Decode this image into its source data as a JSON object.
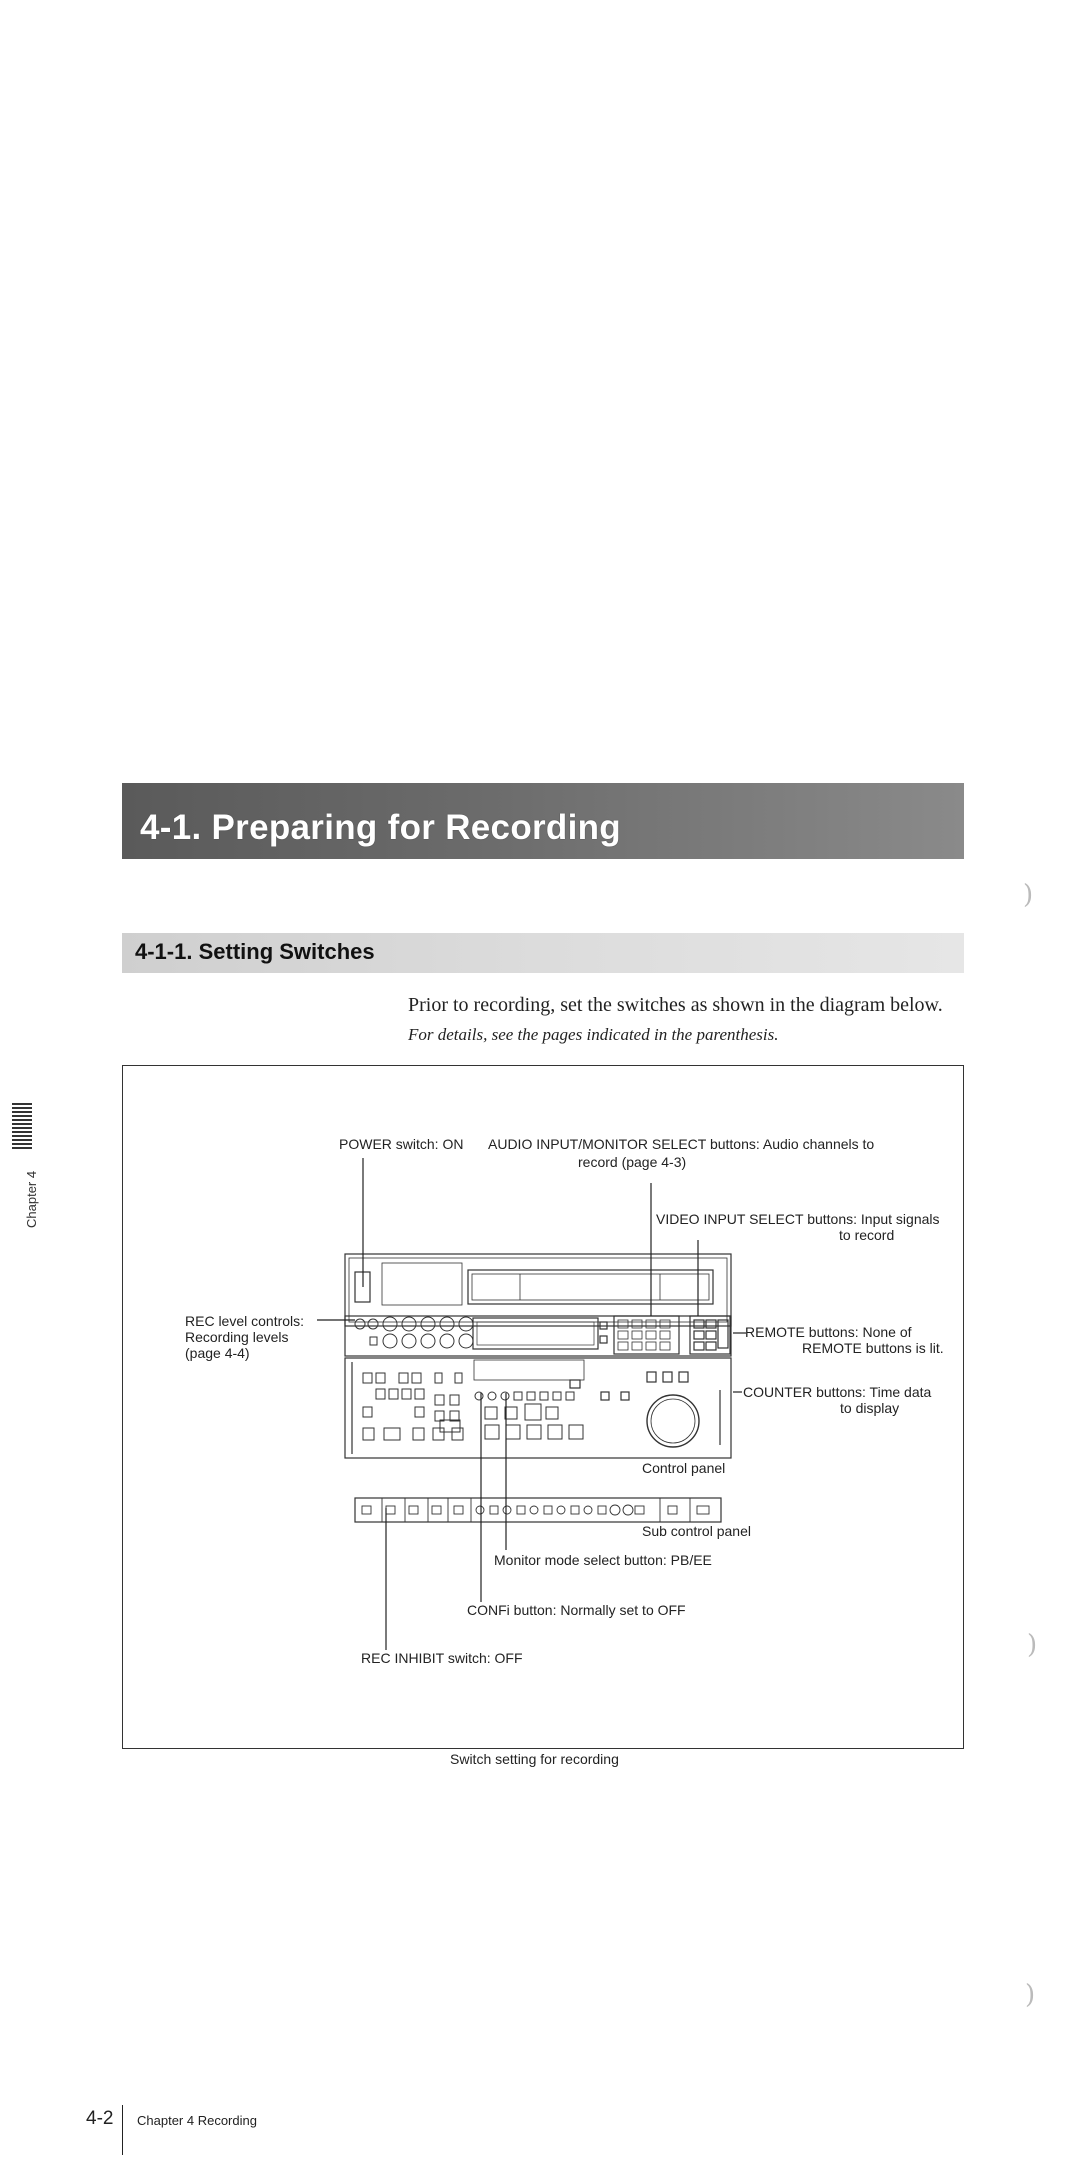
{
  "section_title": "4-1. Preparing for Recording",
  "subsection_title": "4-1-1. Setting Switches",
  "intro": "Prior to recording, set the switches as shown in the diagram below.",
  "intro_italic": "For details, see the pages indicated in the parenthesis.",
  "side_tab": "Chapter 4",
  "diagram": {
    "labels": {
      "power": "POWER switch: ON",
      "audio_1": "AUDIO INPUT/MONITOR SELECT buttons: Audio channels to",
      "audio_2": "record (page 4-3)",
      "video_1": "VIDEO INPUT SELECT buttons: Input signals",
      "video_2": "to record",
      "rec_1": "REC level controls:",
      "rec_2": "Recording levels",
      "rec_3": "(page 4-4)",
      "remote_1": "REMOTE buttons: None of",
      "remote_2": "REMOTE buttons is lit.",
      "counter_1": "COUNTER buttons: Time data",
      "counter_2": "to display",
      "control_panel": "Control panel",
      "sub_control_panel": "Sub control panel",
      "monitor_mode": "Monitor mode select button: PB/EE",
      "confi": "CONFi button: Normally set to OFF",
      "rec_inhibit": "REC INHIBIT switch: OFF"
    }
  },
  "caption": "Switch setting for recording",
  "footer": {
    "page_number": "4-2",
    "chapter_text": "Chapter 4 Recording"
  }
}
